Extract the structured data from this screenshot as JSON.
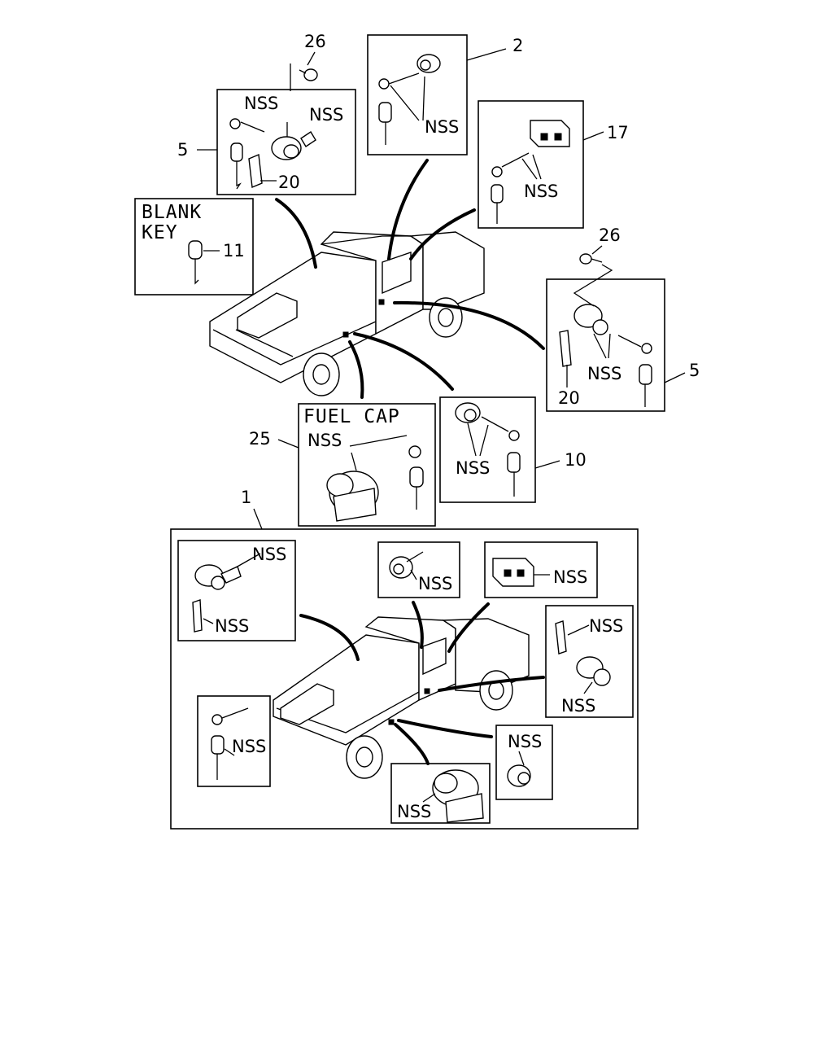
{
  "callouts": {
    "n26_top": "26",
    "n2": "2",
    "n5_left": "5",
    "n20_left": "20",
    "n17": "17",
    "n11": "11",
    "n26_right": "26",
    "n5_right": "5",
    "n20_right": "20",
    "n25": "25",
    "n10": "10",
    "n1": "1"
  },
  "boxes": {
    "blank_key_line1": "BLANK",
    "blank_key_line2": "KEY",
    "fuel_cap": "FUEL CAP"
  },
  "nss_label": "NSS"
}
